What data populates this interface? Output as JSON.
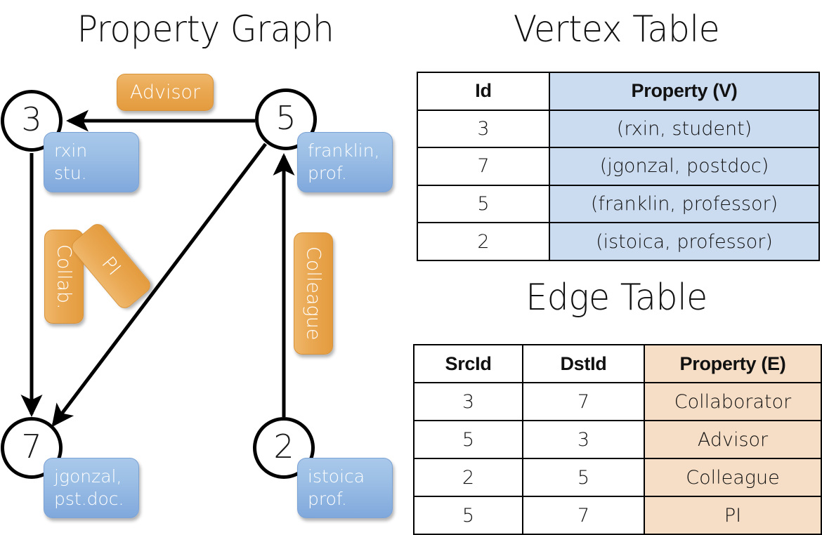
{
  "titles": {
    "property_graph": "Property Graph",
    "vertex_table": "Vertex Table",
    "edge_table": "Edge Table"
  },
  "colors": {
    "vertex_bubble": "#9dc0e6",
    "edge_bubble": "#eaa954",
    "vertex_table_cell": "#ccdcf0",
    "edge_table_cell": "#f6dec6",
    "stroke": "#000000"
  },
  "graph": {
    "nodes": [
      {
        "id": "3",
        "property": "rxin\nstu."
      },
      {
        "id": "5",
        "property": "franklin,\nprof."
      },
      {
        "id": "7",
        "property": "jgonzal,\npst.doc."
      },
      {
        "id": "2",
        "property": "istoica\nprof."
      }
    ],
    "edges": [
      {
        "from": "5",
        "to": "3",
        "label": "Advisor"
      },
      {
        "from": "3",
        "to": "7",
        "label": "Collab."
      },
      {
        "from": "5",
        "to": "7",
        "label": "PI"
      },
      {
        "from": "2",
        "to": "5",
        "label": "Colleague"
      }
    ]
  },
  "vertex_table": {
    "headers": [
      "Id",
      "Property (V)"
    ],
    "rows": [
      {
        "id": "3",
        "property": "(rxin, student)"
      },
      {
        "id": "7",
        "property": "(jgonzal, postdoc)"
      },
      {
        "id": "5",
        "property": "(franklin, professor)"
      },
      {
        "id": "2",
        "property": "(istoica, professor)"
      }
    ]
  },
  "edge_table": {
    "headers": [
      "SrcId",
      "DstId",
      "Property (E)"
    ],
    "rows": [
      {
        "src": "3",
        "dst": "7",
        "property": "Collaborator"
      },
      {
        "src": "5",
        "dst": "3",
        "property": "Advisor"
      },
      {
        "src": "2",
        "dst": "5",
        "property": "Colleague"
      },
      {
        "src": "5",
        "dst": "7",
        "property": "PI"
      }
    ]
  },
  "chart_data": {
    "type": "diagram",
    "title": "Property Graph",
    "nodes": [
      "3",
      "5",
      "7",
      "2"
    ],
    "node_properties": [
      "(rxin, student)",
      "(franklin, professor)",
      "(jgonzal, postdoc)",
      "(istoica, professor)"
    ],
    "directed_edges": [
      {
        "src": "3",
        "dst": "7",
        "label": "Collaborator"
      },
      {
        "src": "5",
        "dst": "3",
        "label": "Advisor"
      },
      {
        "src": "2",
        "dst": "5",
        "label": "Colleague"
      },
      {
        "src": "5",
        "dst": "7",
        "label": "PI"
      }
    ]
  }
}
